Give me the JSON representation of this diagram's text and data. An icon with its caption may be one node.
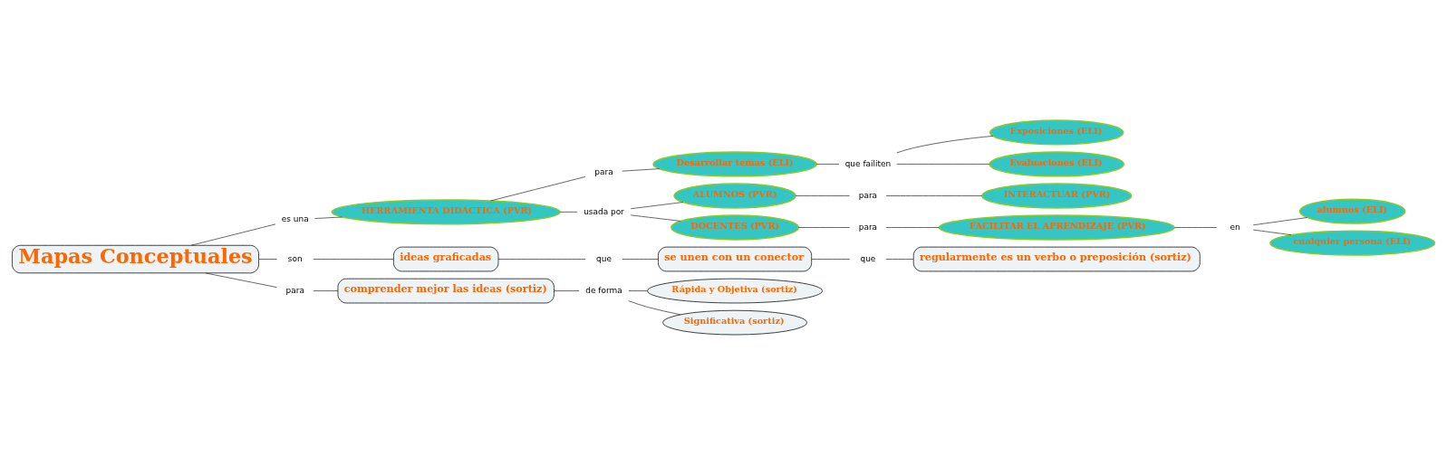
{
  "diagram": {
    "nodes": [
      {
        "text": [
          "Mapas Conceptuales"
        ]
      },
      {
        "text": [
          "es una"
        ]
      },
      {
        "text": [
          "HERRAMIENTA DIDÁCTICA (PVR)"
        ]
      },
      {
        "text": [
          "para"
        ]
      },
      {
        "text": [
          "Desarrollar temas (ELI)"
        ]
      },
      {
        "text": [
          "que failiten"
        ]
      },
      {
        "text": [
          "Exposiciones (ELI)"
        ]
      },
      {
        "text": [
          "Evaluaciones (ELI)"
        ]
      },
      {
        "text": [
          "usada por"
        ]
      },
      {
        "text": [
          "ALUMNOS (PVR)"
        ]
      },
      {
        "text": [
          "para"
        ]
      },
      {
        "text": [
          "INTERACTUAR (PVR)"
        ]
      },
      {
        "text": [
          "DOCENTES (PVR)"
        ]
      },
      {
        "text": [
          "para"
        ]
      },
      {
        "text": [
          "FACILITAR EL APRENDIZAJE (PVR)"
        ]
      },
      {
        "text": [
          "en"
        ]
      },
      {
        "text": [
          "alumnos (ELI)"
        ]
      },
      {
        "text": [
          "cualquier persona (ELI)"
        ]
      },
      {
        "text": [
          "son"
        ]
      },
      {
        "text": [
          "ideas graficadas"
        ]
      },
      {
        "text": [
          "que"
        ]
      },
      {
        "text": [
          "se unen con un conector"
        ]
      },
      {
        "text": [
          "que"
        ]
      },
      {
        "text": [
          "regularmente es un verbo o preposición (sortiz)"
        ]
      },
      {
        "text": [
          "para"
        ]
      },
      {
        "text": [
          "comprender mejor las ideas (sortiz)"
        ]
      },
      {
        "text": [
          "de forma"
        ]
      },
      {
        "text": [
          "Rápida y Objetiva (sortiz)"
        ]
      },
      {
        "text": [
          "Significativa (sortiz)"
        ]
      }
    ],
    "edges": [
      {
        "from": 0,
        "to": 1,
        "arrow": "none"
      },
      {
        "from": 1,
        "to": 2,
        "arrow": "none"
      },
      {
        "from": 2,
        "to": 3,
        "arrow": "none"
      },
      {
        "from": 3,
        "to": 4,
        "arrow": "none"
      },
      {
        "from": 4,
        "to": 5,
        "arrow": "none"
      },
      {
        "from": 5,
        "to": 6,
        "arrow": "none"
      },
      {
        "from": 5,
        "to": 7,
        "arrow": "none"
      },
      {
        "from": 2,
        "to": 8,
        "arrow": "none"
      },
      {
        "from": 8,
        "to": 9,
        "arrow": "none"
      },
      {
        "from": 8,
        "to": 12,
        "arrow": "none"
      },
      {
        "from": 9,
        "to": 10,
        "arrow": "none"
      },
      {
        "from": 10,
        "to": 11,
        "arrow": "none"
      },
      {
        "from": 12,
        "to": 13,
        "arrow": "none"
      },
      {
        "from": 13,
        "to": 14,
        "arrow": "none"
      },
      {
        "from": 14,
        "to": 15,
        "arrow": "none"
      },
      {
        "from": 15,
        "to": 16,
        "arrow": "none"
      },
      {
        "from": 15,
        "to": 17,
        "arrow": "none"
      },
      {
        "from": 0,
        "to": 18,
        "arrow": "none"
      },
      {
        "from": 18,
        "to": 19,
        "arrow": "none"
      },
      {
        "from": 19,
        "to": 20,
        "arrow": "none"
      },
      {
        "from": 20,
        "to": 21,
        "arrow": "none"
      },
      {
        "from": 21,
        "to": 22,
        "arrow": "none"
      },
      {
        "from": 22,
        "to": 23,
        "arrow": "none"
      },
      {
        "from": 0,
        "to": 24,
        "arrow": "none"
      },
      {
        "from": 24,
        "to": 25,
        "arrow": "none"
      },
      {
        "from": 25,
        "to": 26,
        "arrow": "none"
      },
      {
        "from": 26,
        "to": 27,
        "arrow": "none"
      },
      {
        "from": 26,
        "to": 28,
        "arrow": "none"
      }
    ]
  }
}
